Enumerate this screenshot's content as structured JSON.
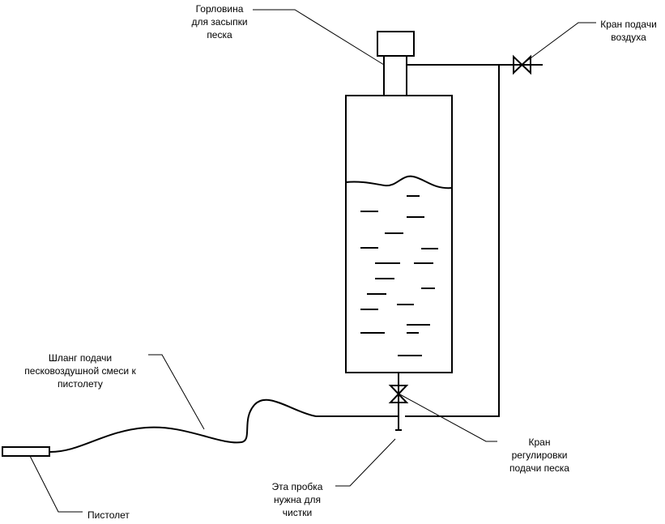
{
  "labels": {
    "neck": [
      "Горловина",
      "для засыпки",
      "песка"
    ],
    "air_valve": [
      "Кран подачи",
      "воздуха"
    ],
    "hose": [
      "Шланг подачи",
      "песковоздушной смеси к",
      "пистолету"
    ],
    "sand_valve": [
      "Кран",
      "регулировки",
      "подачи песка"
    ],
    "plug": [
      "Эта пробка",
      "нужна для",
      "чистки"
    ],
    "gun": [
      "Пистолет"
    ]
  },
  "colors": {
    "stroke": "#000000",
    "background": "#ffffff"
  }
}
